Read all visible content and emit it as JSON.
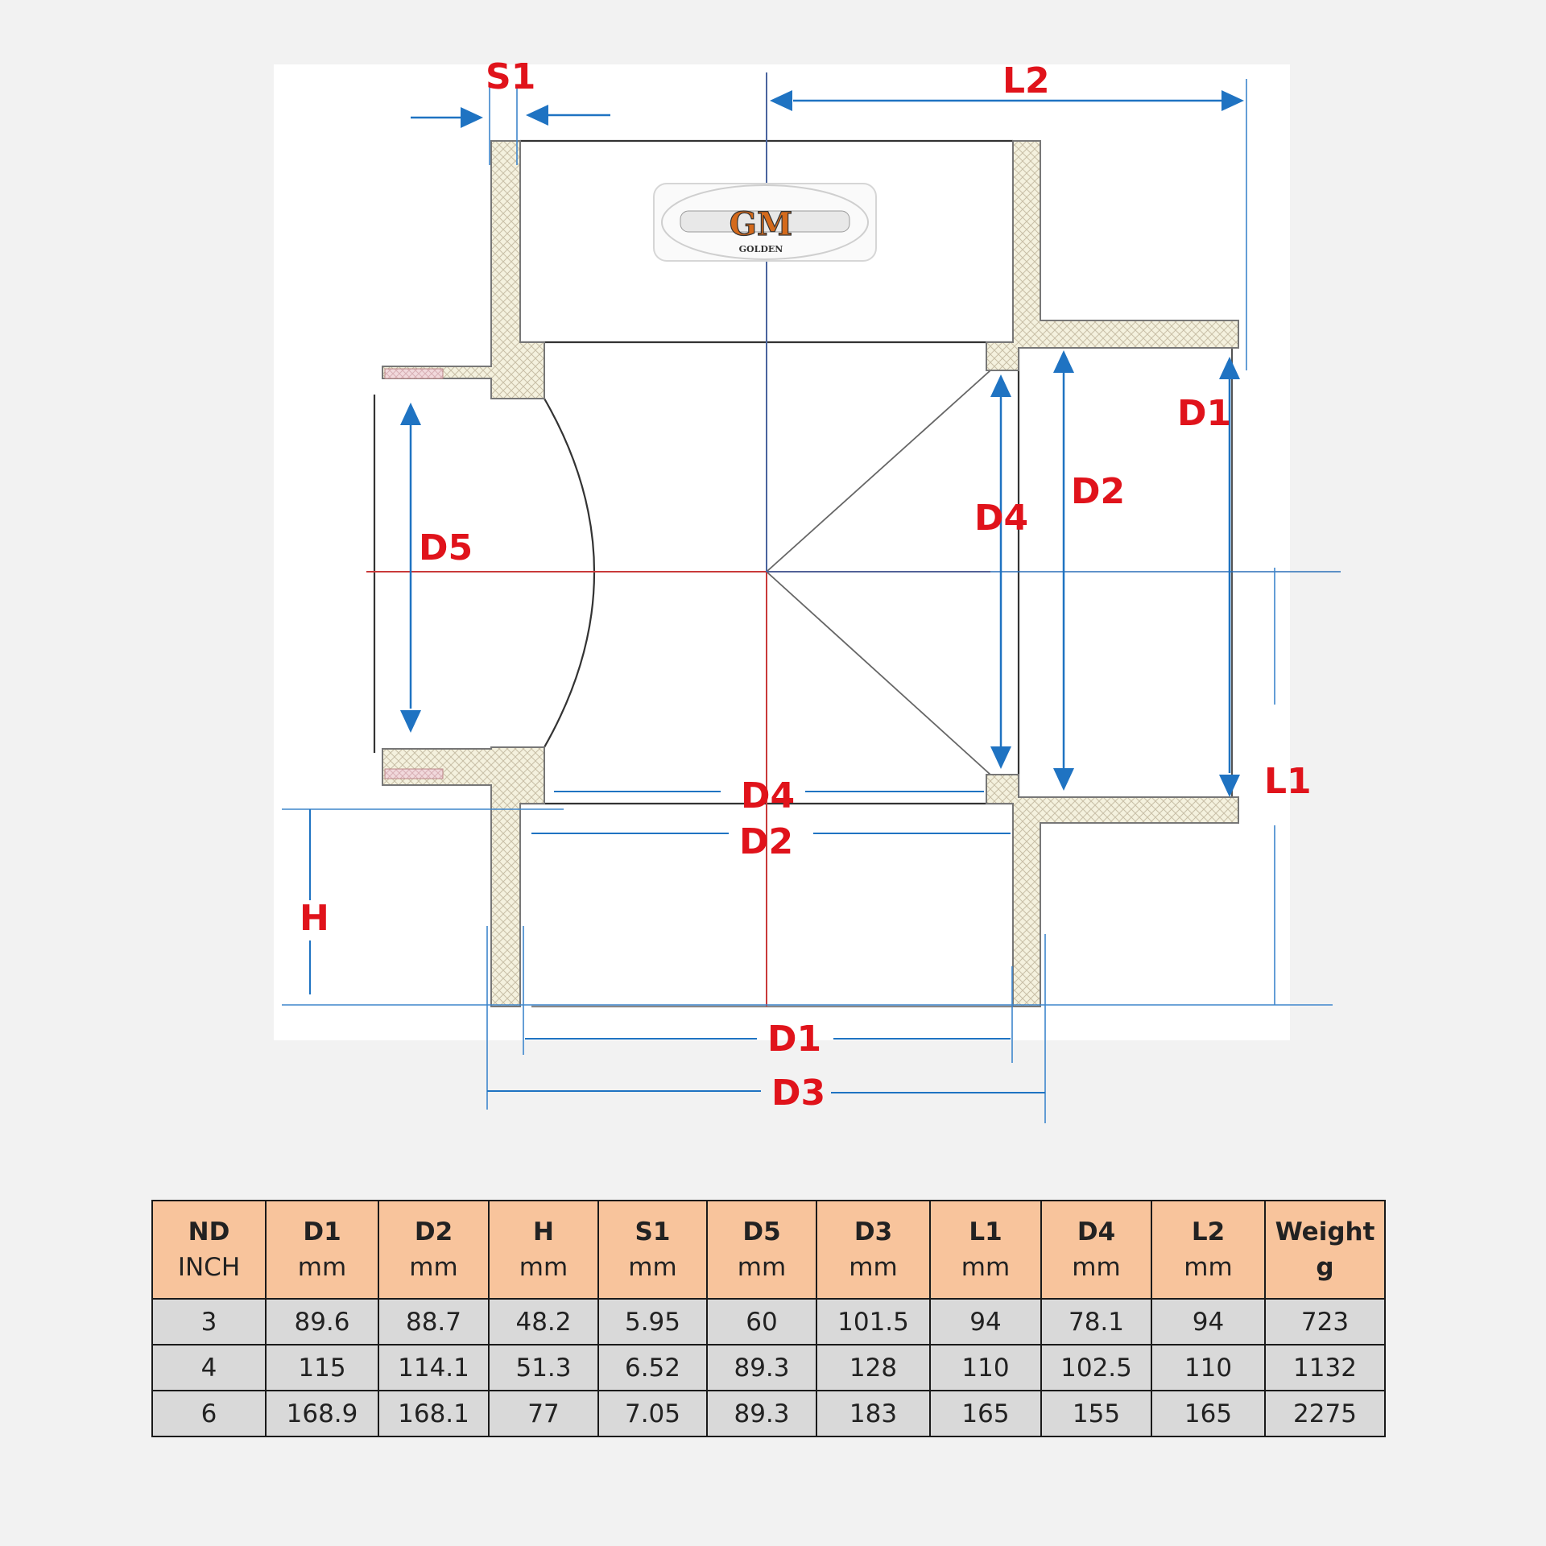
{
  "drawing": {
    "logo_text": "GM",
    "logo_subtext": "GOLDEN",
    "labels": {
      "s1": "S1",
      "l2": "L2",
      "d1_right": "D1",
      "d2_right": "D2",
      "d4_right": "D4",
      "d5": "D5",
      "d4_bottom": "D4",
      "d2_bottom": "D2",
      "l1": "L1",
      "h": "H",
      "d1_bottom": "D1",
      "d3": "D3"
    }
  },
  "table": {
    "headers": [
      {
        "name": "ND",
        "unit": "INCH"
      },
      {
        "name": "D1",
        "unit": "mm"
      },
      {
        "name": "D2",
        "unit": "mm"
      },
      {
        "name": "H",
        "unit": "mm"
      },
      {
        "name": "S1",
        "unit": "mm"
      },
      {
        "name": "D5",
        "unit": "mm"
      },
      {
        "name": "D3",
        "unit": "mm"
      },
      {
        "name": "L1",
        "unit": "mm"
      },
      {
        "name": "D4",
        "unit": "mm"
      },
      {
        "name": "L2",
        "unit": "mm"
      },
      {
        "name": "Weight",
        "unit": "g"
      }
    ],
    "rows": [
      [
        "3",
        "89.6",
        "88.7",
        "48.2",
        "5.95",
        "60",
        "101.5",
        "94",
        "78.1",
        "94",
        "723"
      ],
      [
        "4",
        "115",
        "114.1",
        "51.3",
        "6.52",
        "89.3",
        "128",
        "110",
        "102.5",
        "110",
        "1132"
      ],
      [
        "6",
        "168.9",
        "168.1",
        "77",
        "7.05",
        "89.3",
        "183",
        "165",
        "155",
        "165",
        "2275"
      ]
    ]
  },
  "colors": {
    "label_red": "#e0131b",
    "dimension_blue": "#1f73c2",
    "header_orange": "#f8c49c",
    "cell_gray": "#d9d9d9",
    "page_bg": "#f2f2f2"
  }
}
